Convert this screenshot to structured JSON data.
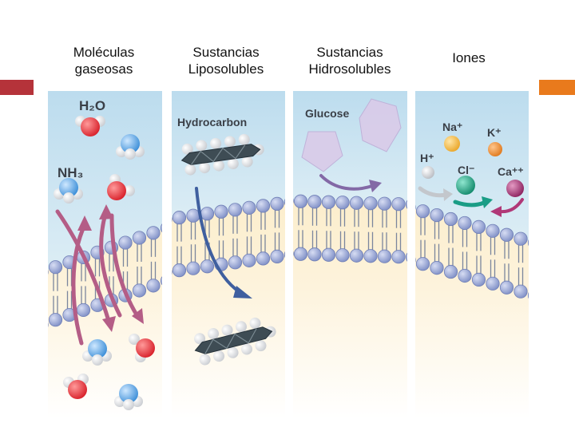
{
  "headers": {
    "col1": {
      "line1": "Moléculas",
      "line2": "gaseosas"
    },
    "col2": {
      "line1": "Sustancias",
      "line2": "Liposolubles"
    },
    "col3": {
      "line1": "Sustancias",
      "line2": "Hidrosolubles"
    },
    "col4": {
      "line1": "Iones"
    }
  },
  "labels": {
    "water": "H₂O",
    "ammonia": "NH₃",
    "hydrocarbon": "Hydrocarbon",
    "glucose": "Glucose",
    "sodium": "Na⁺",
    "potassium": "K⁺",
    "hydrogen": "H⁺",
    "chloride": "Cl⁻",
    "calcium": "Ca⁺⁺"
  },
  "colors": {
    "accent_left": "#b5333a",
    "accent_right": "#e97a1c",
    "extracellular": "#c6e1ef",
    "intracellular": "#fbe9bf",
    "phospholipid_head": "#8c9bd0",
    "gas_arrow": "#b45d86",
    "hydrocarbon_arrow": "#3f5f9f",
    "glucose_arrow": "#8369a6",
    "glucose": "#d8cbe8",
    "ion_arrow_green": "#1a9d86",
    "ion_arrow_magenta": "#b03877",
    "ion_arrow_gray": "#c3c7cc",
    "sodium": "#f0b23a",
    "potassium": "#e8862a",
    "hydrogen": "#d9dbdf",
    "chloride": "#1c9b7d",
    "calcium": "#9c2d70"
  }
}
